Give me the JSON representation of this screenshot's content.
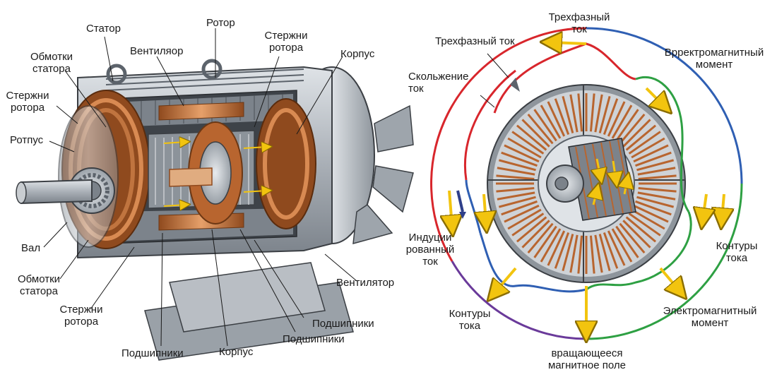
{
  "left": {
    "stator_top": "Статор",
    "rotor_top": "Ротор",
    "fan_top": "Вентиляор",
    "rotor_bars_top": "Стержни\nротора",
    "housing_top": "Корпус",
    "stator_windings_top": "Обмотки\nстатора",
    "rotor_bars_left": "Стержни\nротора",
    "rotpus": "Ротпус",
    "shaft": "Вал",
    "stator_windings_bottom": "Обмотки\nстатора",
    "rotor_bars_bottom": "Стержни\nротора",
    "bearings_bottom_left": "Подшипники",
    "housing_bottom": "Корпус",
    "bearings_bottom_right": "Подшипники",
    "bearings_right": "Подшипники",
    "fan_right": "Вентилятор"
  },
  "right": {
    "three_phase_top": "Трехфазный\nток",
    "three_phase": "Трехфазный ток",
    "em_torque_top": "Врректромагнитный\nмомент",
    "slip_current": "Скольжение\nток",
    "induced_current": "Индуции\nрованный\nток",
    "current_loops_right": "Контуры\nтока",
    "current_loops_bottom": "Контуры\nтока",
    "em_torque_bottom": "Электромагнитный\nмомент",
    "rotating_field": "вращающееся\nмагнитное поле"
  },
  "colors": {
    "copper": "#b8652f",
    "steel": "#b9bec4",
    "dark_steel": "#5c636b",
    "arrow_yellow": "#f2c40f",
    "phase_red": "#d8262c",
    "phase_green": "#2ea043",
    "phase_blue": "#2f5fb3",
    "phase_purple": "#6a3a9a"
  }
}
